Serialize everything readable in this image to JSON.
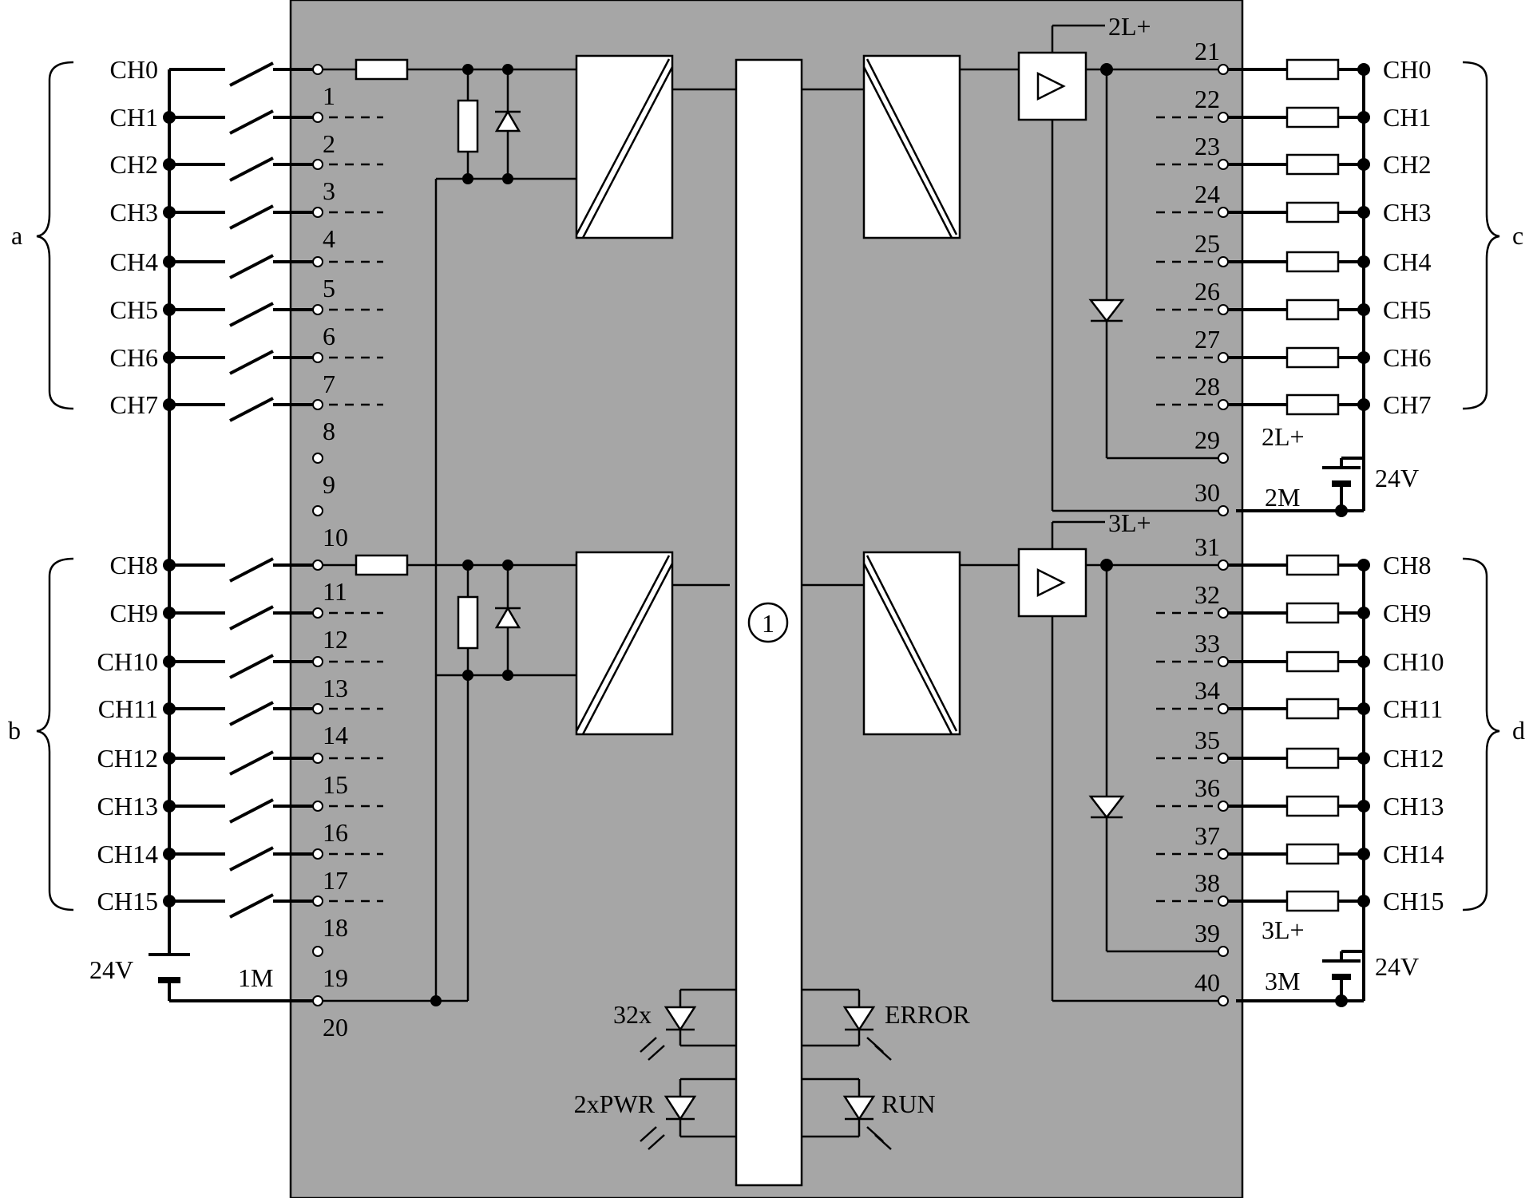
{
  "left_channels_top": [
    "CH0",
    "CH1",
    "CH2",
    "CH3",
    "CH4",
    "CH5",
    "CH6",
    "CH7"
  ],
  "left_channels_bottom": [
    "CH8",
    "CH9",
    "CH10",
    "CH11",
    "CH12",
    "CH13",
    "CH14",
    "CH15"
  ],
  "right_channels_top": [
    "CH0",
    "CH1",
    "CH2",
    "CH3",
    "CH4",
    "CH5",
    "CH6",
    "CH7"
  ],
  "right_channels_bottom": [
    "CH8",
    "CH9",
    "CH10",
    "CH11",
    "CH12",
    "CH13",
    "CH14",
    "CH15"
  ],
  "left_terminals": [
    "1",
    "2",
    "3",
    "4",
    "5",
    "6",
    "7",
    "8",
    "9",
    "10",
    "11",
    "12",
    "13",
    "14",
    "15",
    "16",
    "17",
    "18",
    "19",
    "20"
  ],
  "right_terminals": [
    "21",
    "22",
    "23",
    "24",
    "25",
    "26",
    "27",
    "28",
    "29",
    "30",
    "31",
    "32",
    "33",
    "34",
    "35",
    "36",
    "37",
    "38",
    "39",
    "40"
  ],
  "group_labels": {
    "a": "a",
    "b": "b",
    "c": "c",
    "d": "d"
  },
  "supplies": {
    "left_voltage": "24V",
    "left_ground": "1M",
    "top_right_plus": "2L+",
    "top_right_plus_terminal": "2L+",
    "top_right_ground": "2M",
    "top_right_voltage": "24V",
    "bottom_right_plus": "3L+",
    "bottom_right_plus_terminal": "3L+",
    "bottom_right_ground": "3M",
    "bottom_right_voltage": "24V"
  },
  "bus_label": "1",
  "leds": {
    "status_32x": "32x",
    "power": "2xPWR",
    "error": "ERROR",
    "run": "RUN"
  }
}
